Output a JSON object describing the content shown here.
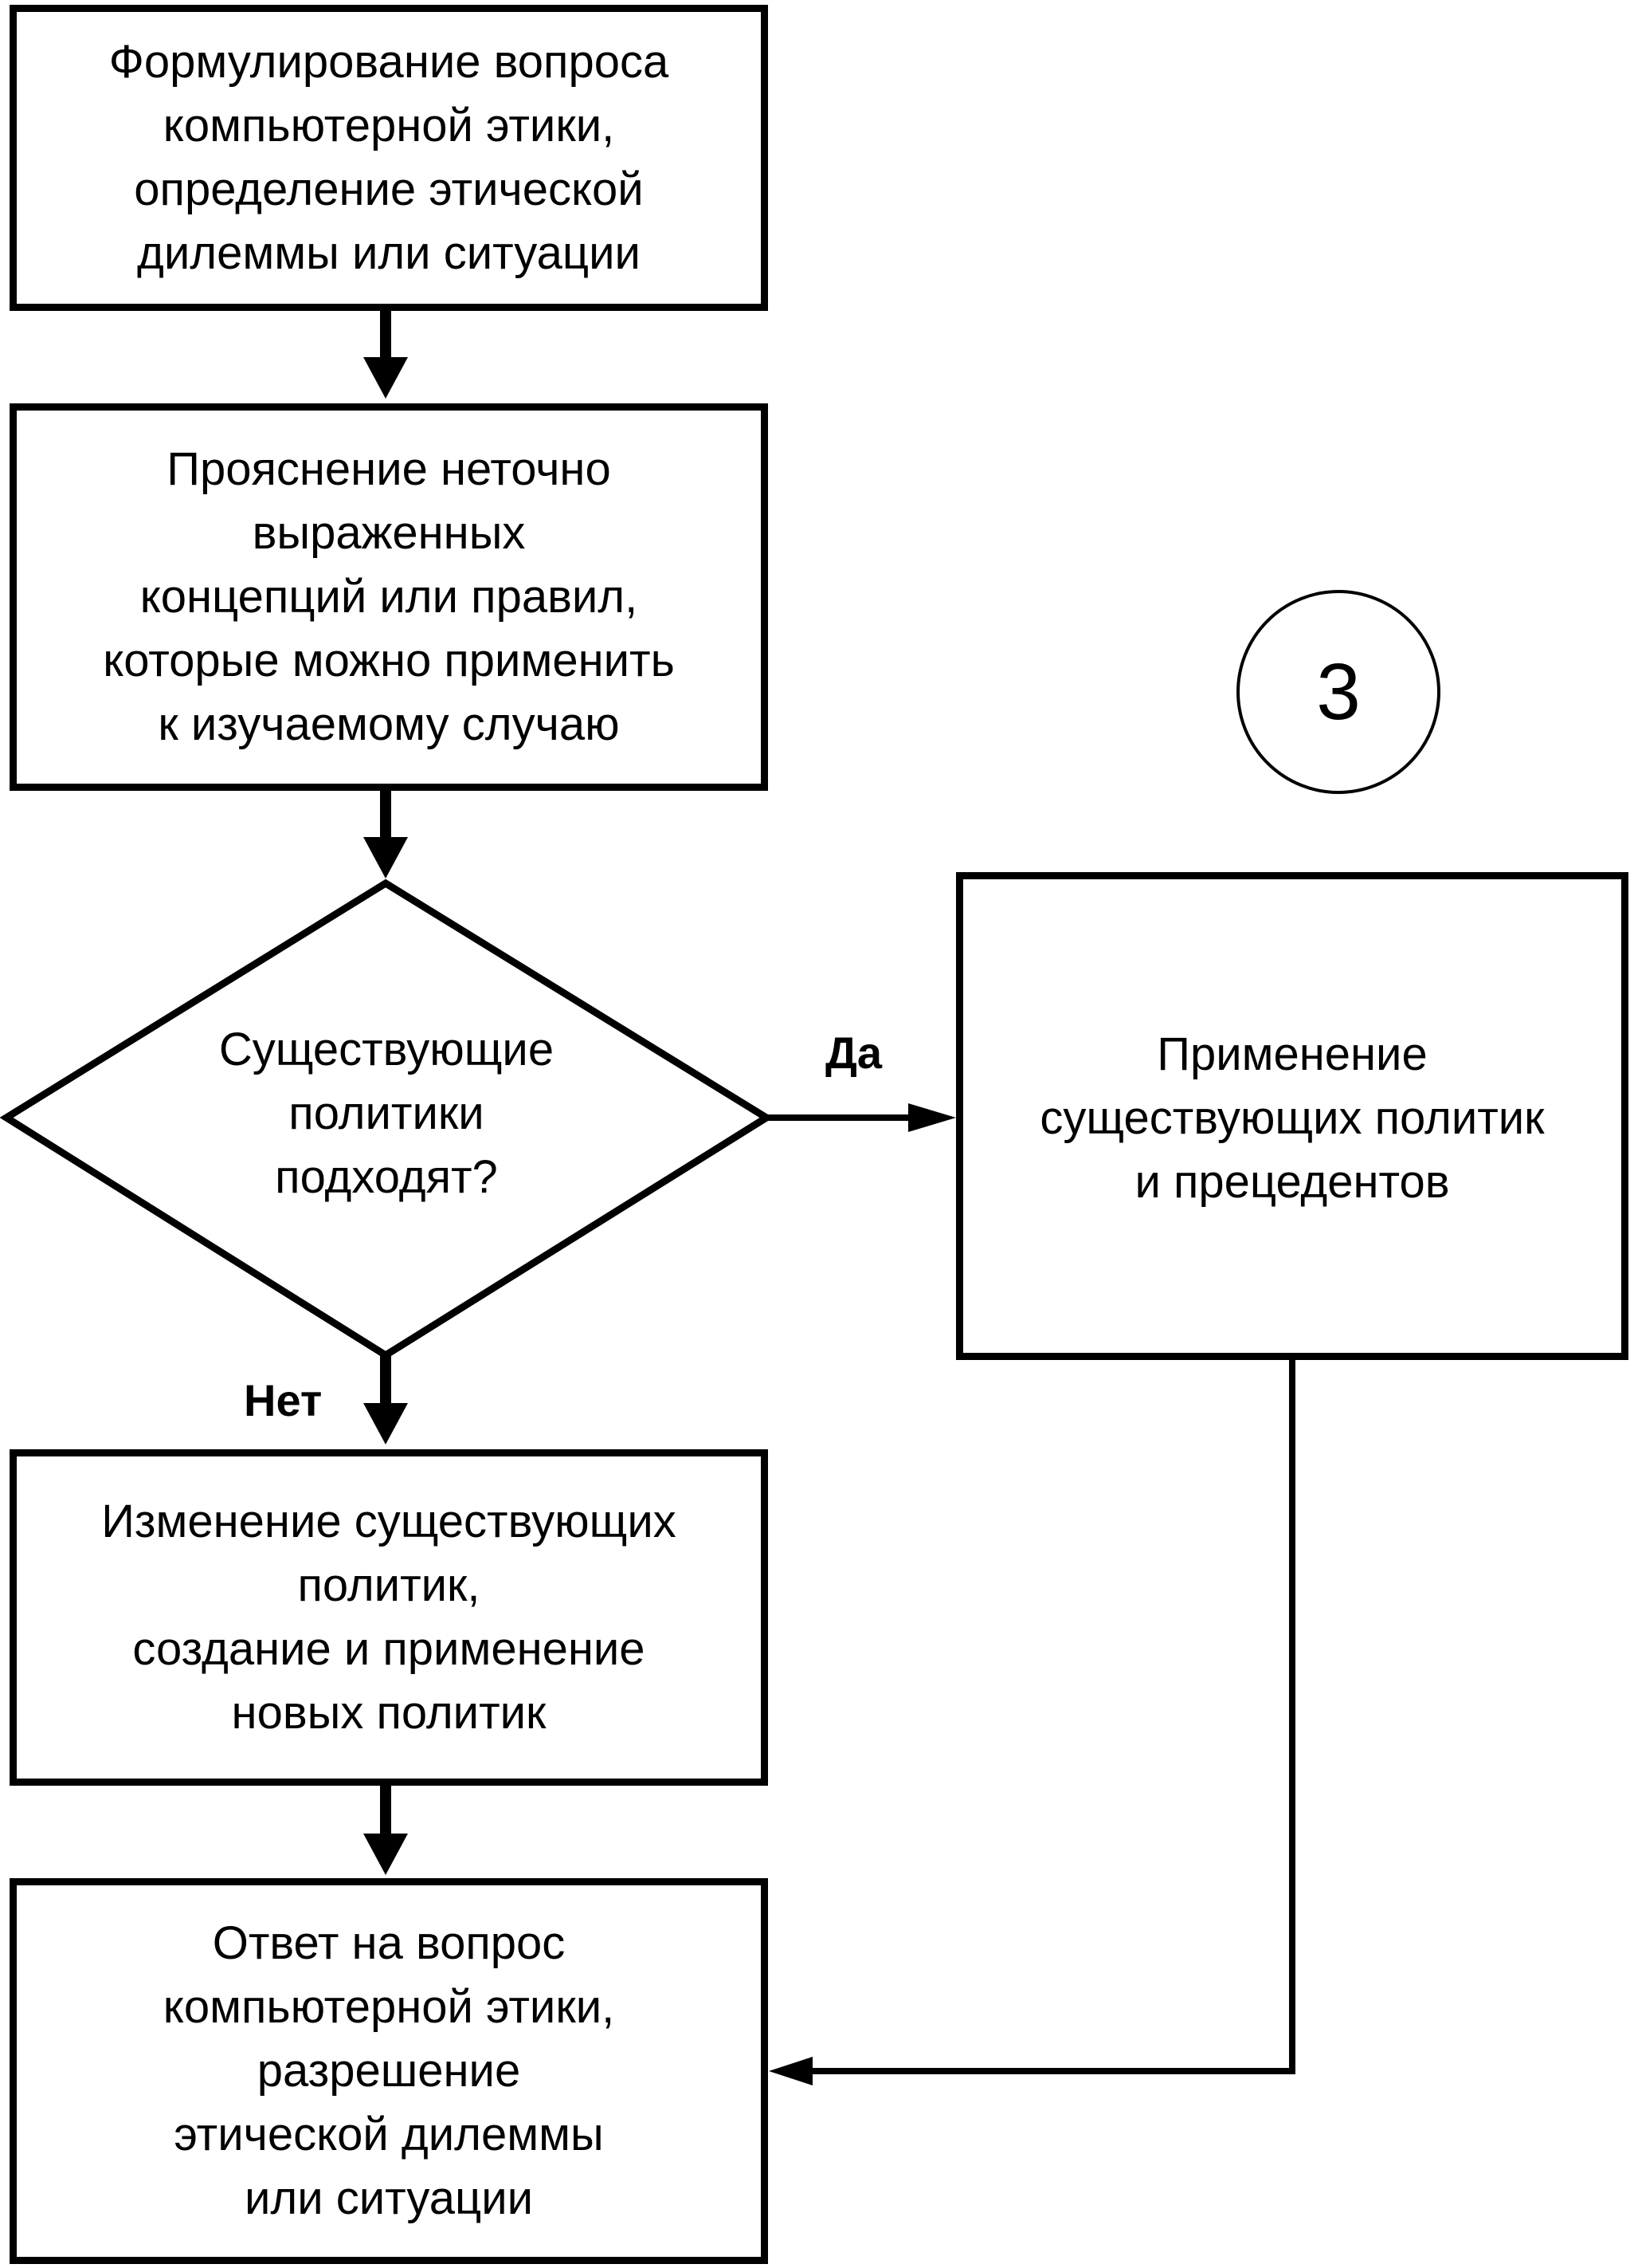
{
  "diagram": {
    "nodes": [
      {
        "id": "formulate",
        "label": "Формулирование вопроса\nкомпьютерной этики,\nопределение этической\nдилеммы или ситуации"
      },
      {
        "id": "clarify",
        "label": "Прояснение неточно\nвыраженных\nконцепций или правил,\nкоторые можно применить\nк изучаемому случаю"
      },
      {
        "id": "decision",
        "label": "Существующие\nполитики\nподходят?"
      },
      {
        "id": "apply",
        "label": "Применение\nсуществующих политик\nи прецедентов"
      },
      {
        "id": "modify",
        "label": "Изменение существующих\nполитик,\nсоздание и применение\nновых политик"
      },
      {
        "id": "answer",
        "label": "Ответ на вопрос\nкомпьютерной этики,\nразрешение\nэтической дилеммы\nили ситуации"
      }
    ],
    "edges": [
      {
        "from": "formulate",
        "to": "clarify",
        "label": ""
      },
      {
        "from": "clarify",
        "to": "decision",
        "label": ""
      },
      {
        "from": "decision",
        "to": "apply",
        "label": "Да"
      },
      {
        "from": "decision",
        "to": "modify",
        "label": "Нет"
      },
      {
        "from": "modify",
        "to": "answer",
        "label": ""
      },
      {
        "from": "apply",
        "to": "answer",
        "label": ""
      }
    ],
    "badge": "3"
  }
}
